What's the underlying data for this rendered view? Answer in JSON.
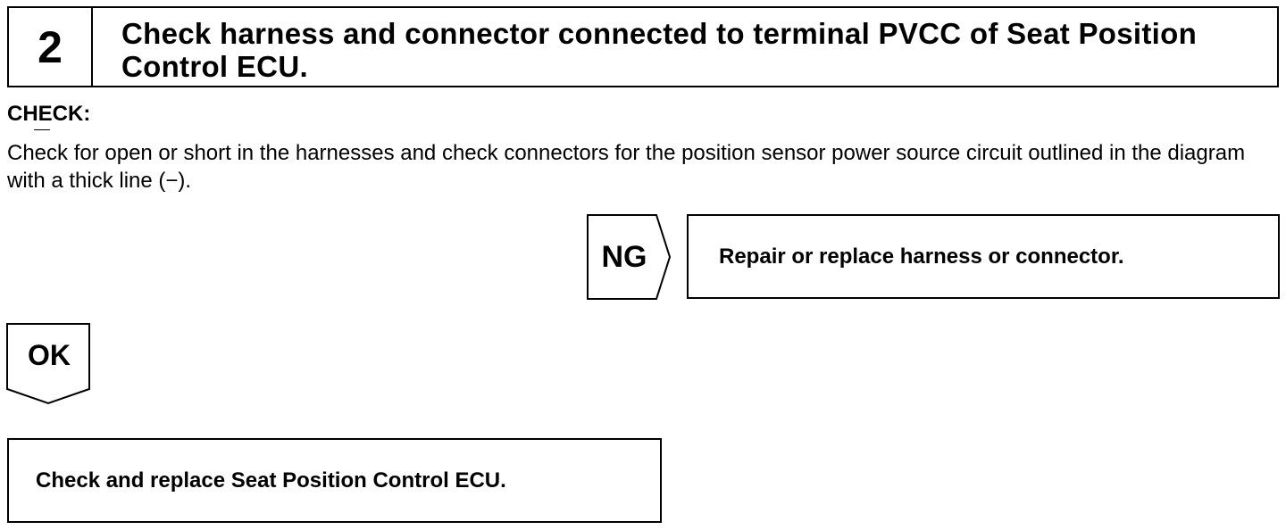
{
  "step": {
    "number": "2",
    "title": "Check harness and connector connected to terminal PVCC of Seat Position Control ECU."
  },
  "check": {
    "label": "CHECK:",
    "text": "Check for open or short in the harnesses and check connectors for the position sensor power source circuit outlined in the diagram with a thick line (−)."
  },
  "ng": {
    "label": "NG",
    "action": "Repair or replace harness or connector."
  },
  "ok": {
    "label": "OK",
    "action": "Check and replace Seat Position Control ECU."
  }
}
